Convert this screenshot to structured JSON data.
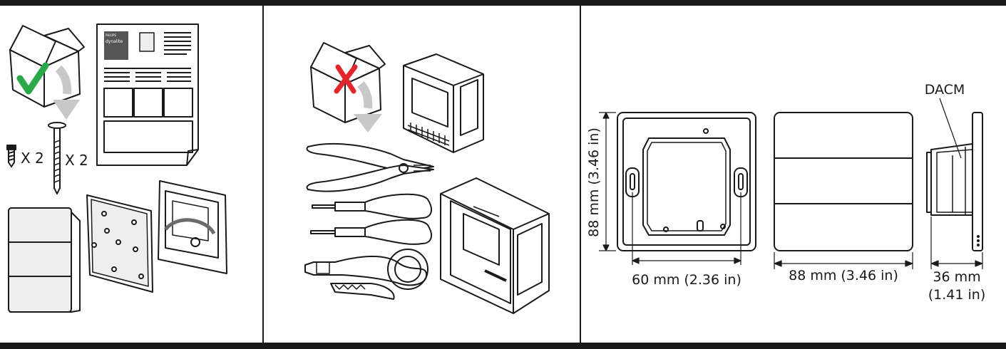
{
  "leaflet": {
    "brand_top": "PHILIPS",
    "brand_bottom": "dynalite"
  },
  "contents": {
    "small_screw_qty": "X 2",
    "long_screw_qty": "X 2"
  },
  "dimensions": {
    "height": "88 mm (3.46 in)",
    "hole_spacing": "60 mm (2.36 in)",
    "width": "88 mm (3.46 in)",
    "depth_mm": "36 mm",
    "depth_in": "(1.41 in)",
    "module_label": "DACM"
  },
  "colors": {
    "check": "#2aa84a",
    "cross": "#e3262b",
    "arrow": "#c8c8c8",
    "line": "#1a1a1a",
    "plate_fill": "#eeeeee",
    "leaflet_logo_bg": "#555555"
  }
}
